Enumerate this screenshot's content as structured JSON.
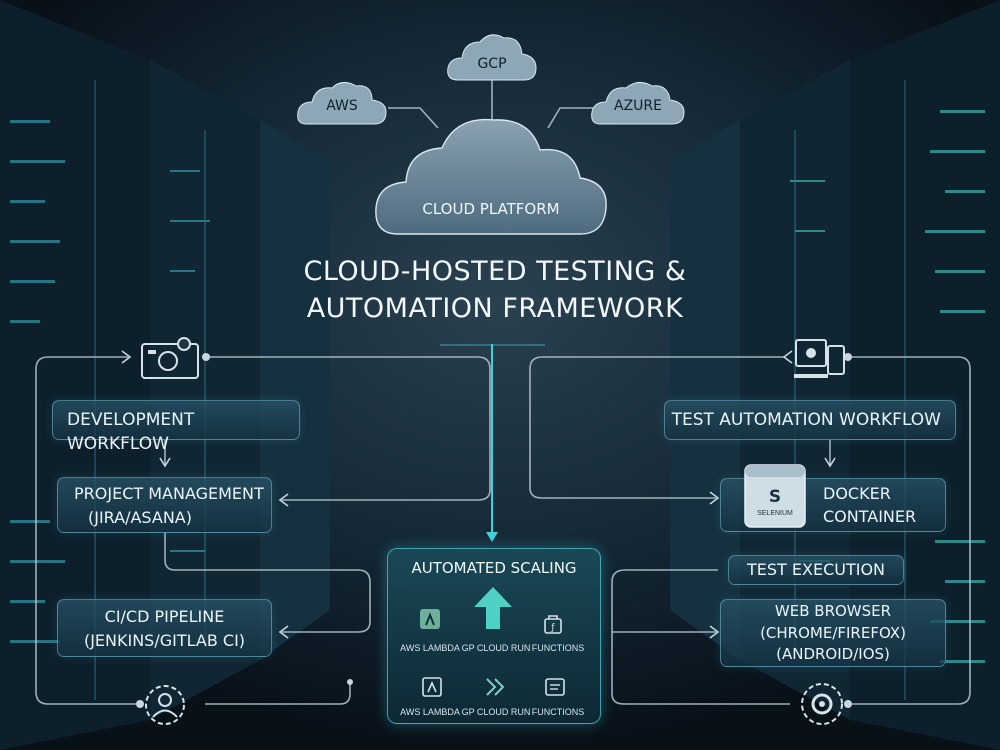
{
  "title": {
    "line1": "CLOUD-HOSTED TESTING &",
    "line2": "AUTOMATION FRAMEWORK"
  },
  "clouds": {
    "gcp": "GCP",
    "aws": "AWS",
    "azure": "AZURE",
    "platform": "CLOUD PLATFORM"
  },
  "left": {
    "workflow": "DEVELOPMENT WORKFLOW",
    "project_line1": "PROJECT MANAGEMENT",
    "project_line2": "(JIRA/ASANA)",
    "cicd_line1": "CI/CD PIPELINE",
    "cicd_line2": "(JENKINS/GITLAB CI)"
  },
  "right": {
    "workflow": "TEST AUTOMATION WORKFLOW",
    "docker_line1": "DOCKER",
    "docker_line2": "CONTAINER",
    "docker_badge": "SELENIUM",
    "execution": "TEST EXECUTION",
    "browser_line1": "WEB BROWSER",
    "browser_line2": "(CHROME/FIREFOX)",
    "browser_line3": "(ANDROID/IOS)"
  },
  "scaling": {
    "title": "AUTOMATED SCALING",
    "row1": [
      "AWS LAMBDA",
      "GP CLOUD RUN",
      "FUNCTIONS"
    ],
    "row2": [
      "AWS LAMBDA",
      "GP CLOUD RUN",
      "FUNCTIONS"
    ]
  },
  "colors": {
    "accent": "#3fd0dc",
    "panel_border": "#78b9cd",
    "connector": "#b8c9d2"
  }
}
